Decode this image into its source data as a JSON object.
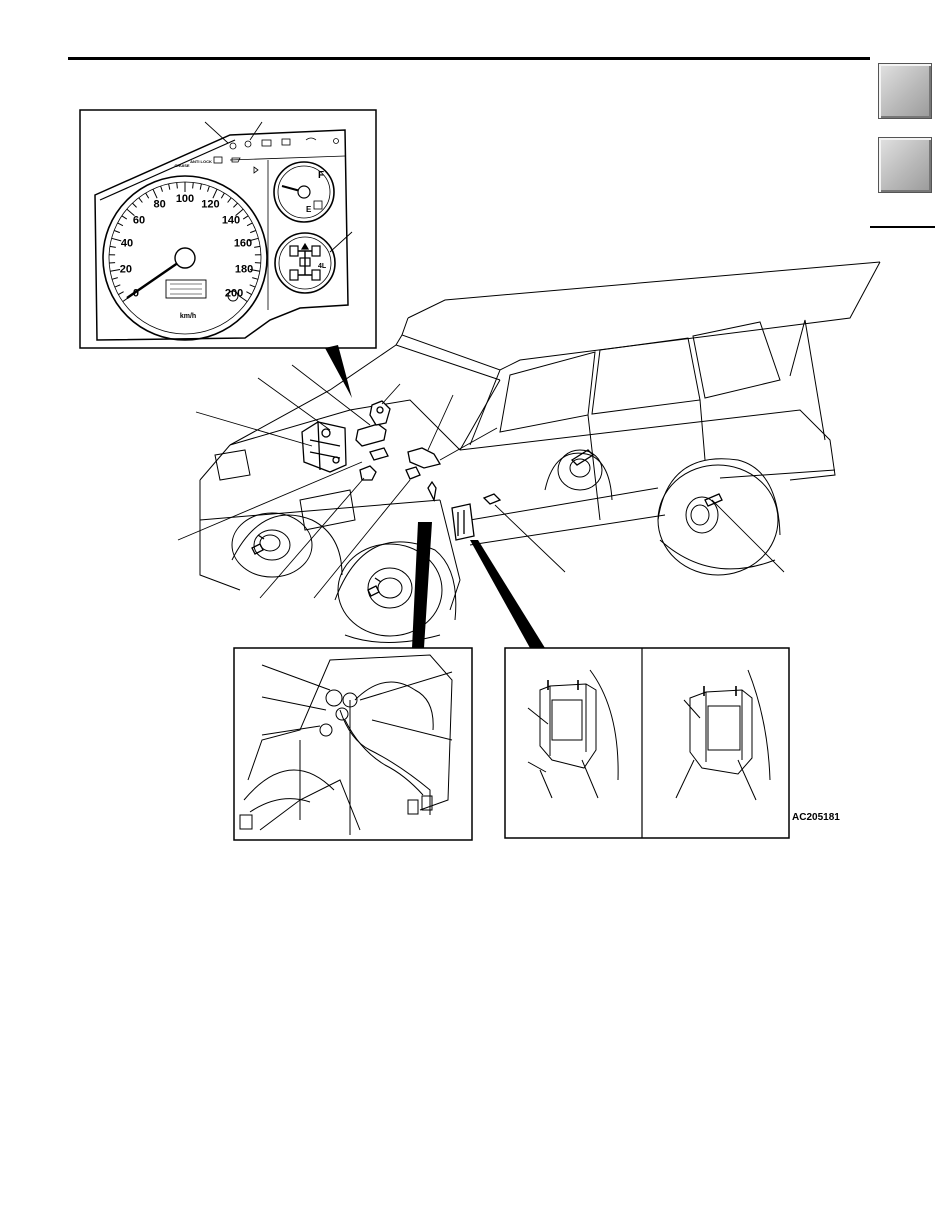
{
  "diagram": {
    "figure_code": "AC205181",
    "speedometer": {
      "scale": [
        "0",
        "20",
        "40",
        "60",
        "80",
        "100",
        "120",
        "140",
        "160",
        "180",
        "200"
      ],
      "unit": "km/h"
    },
    "fuel_gauge": {
      "full": "F",
      "empty": "E"
    },
    "mode_indicator": "4L",
    "cluster_labels": {
      "cruise": "CRUISE",
      "anti_lock": "ANTI LOCK"
    }
  }
}
